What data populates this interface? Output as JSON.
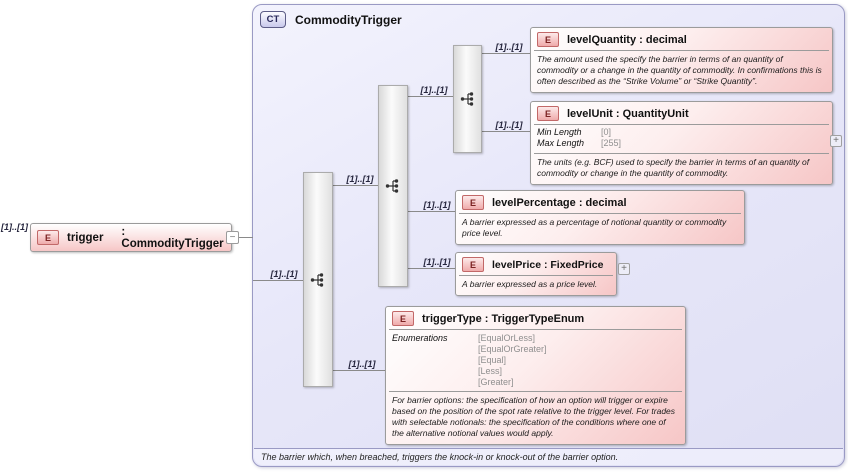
{
  "cardinality": "[1]..[1]",
  "badges": {
    "element": "E",
    "complex_type": "CT"
  },
  "icons": {
    "collapse": "−",
    "expand": "+"
  },
  "root": {
    "name": "trigger",
    "type": ": CommodityTrigger"
  },
  "ct": {
    "title": "CommodityTrigger",
    "doc": "The barrier which, when breached, triggers the knock-in or knock-out of the barrier option."
  },
  "elements": {
    "levelQuantity": {
      "title": "levelQuantity : decimal",
      "doc": "The amount used the specify the barrier in terms of an quantity of commodity or a change in the quantity of commodity. In confirmations this is often described as the “Strike Volume” or “Strike Quantity”."
    },
    "levelUnit": {
      "title": "levelUnit : QuantityUnit",
      "facets": [
        {
          "name": "Min Length",
          "value": "[0]"
        },
        {
          "name": "Max Length",
          "value": "[255]"
        }
      ],
      "doc": "The units (e.g. BCF) used to specify the barrier in terms of an quantity of commodity or change in the quantity of commodity."
    },
    "levelPercentage": {
      "title": "levelPercentage : decimal",
      "doc": "A barrier expressed as a percentage of notional quantity or commodity price level."
    },
    "levelPrice": {
      "title": "levelPrice : FixedPrice",
      "doc": "A barrier expressed as a price level."
    },
    "triggerType": {
      "title": "triggerType : TriggerTypeEnum",
      "enum_label": "Enumerations",
      "enums": [
        "[EqualOrLess]",
        "[EqualOrGreater]",
        "[Equal]",
        "[Less]",
        "[Greater]"
      ],
      "doc": "For barrier options: the specification of how an option will trigger or expire based on the position of the spot rate relative to the trigger level. For trades with selectable notionals: the specification of the conditions where one of the alternative notional values would apply."
    }
  }
}
